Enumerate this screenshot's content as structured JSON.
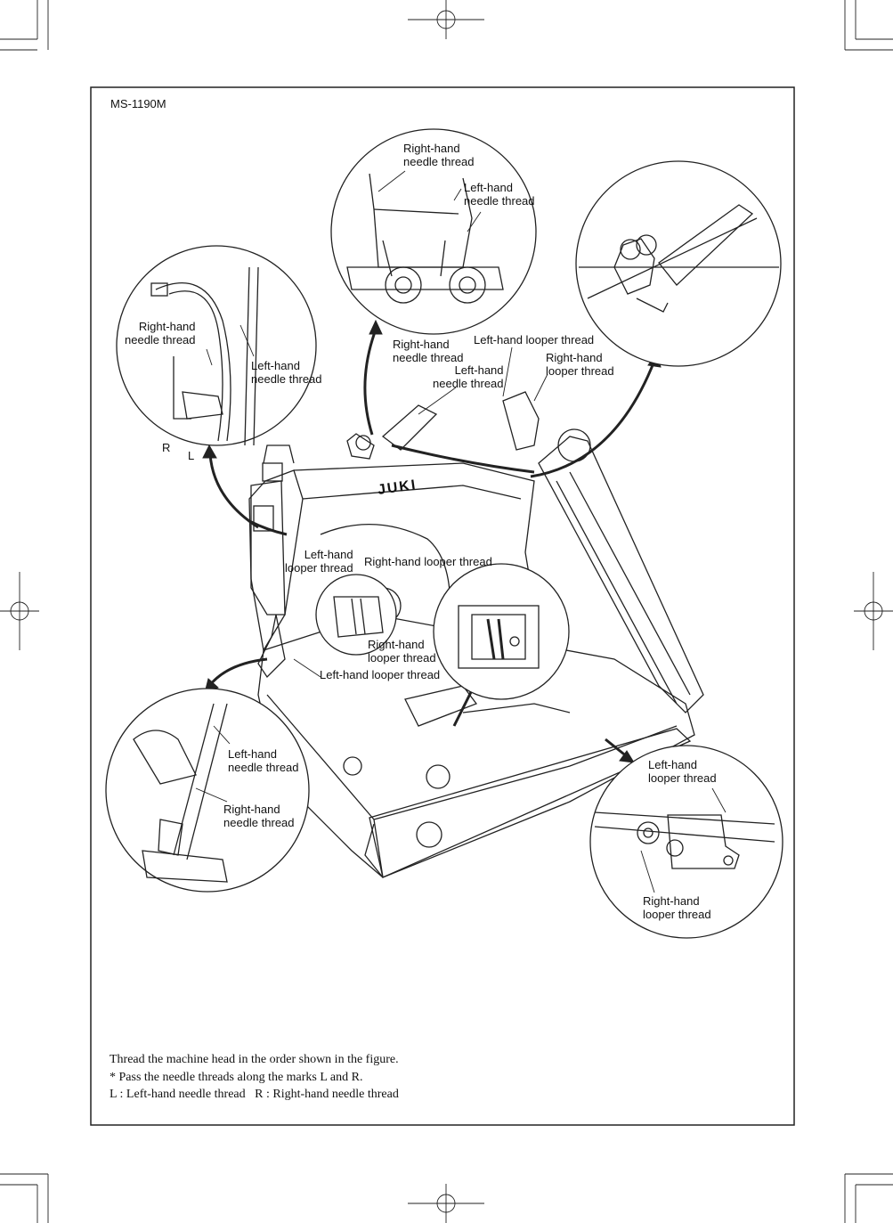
{
  "model": "MS-1190M",
  "brand": "JUKI",
  "callouts": {
    "top": {
      "rh_needle": "Right-hand\nneedle thread",
      "lh_needle": "Left-hand\nneedle thread"
    },
    "left": {
      "rh_needle": "Right-hand\nneedle thread",
      "lh_needle": "Left-hand\nneedle thread",
      "mark_r": "R",
      "mark_l": "L"
    },
    "main": {
      "rh_needle": "Right-hand\nneedle thread",
      "lh_looper_top": "Left-hand looper thread",
      "rh_looper_top": "Right-hand\nlooper thread",
      "lh_needle": "Left-hand\nneedle thread",
      "lh_looper_mid": "Left-hand\nlooper thread",
      "rh_looper_mid": "Right-hand looper thread",
      "rh_looper_low": "Right-hand\nlooper thread",
      "lh_looper_low": "Left-hand looper thread"
    },
    "bottom_left": {
      "lh_needle": "Left-hand\nneedle thread",
      "rh_needle": "Right-hand\nneedle thread"
    },
    "bottom_right": {
      "lh_looper": "Left-hand\nlooper thread",
      "rh_looper": "Right-hand\nlooper thread"
    }
  },
  "notes": {
    "line1": "Thread the machine head in the order shown in the figure.",
    "line2": "* Pass the needle threads along the marks L and R.",
    "line3": "L : Left-hand needle thread   R : Right-hand needle thread"
  }
}
